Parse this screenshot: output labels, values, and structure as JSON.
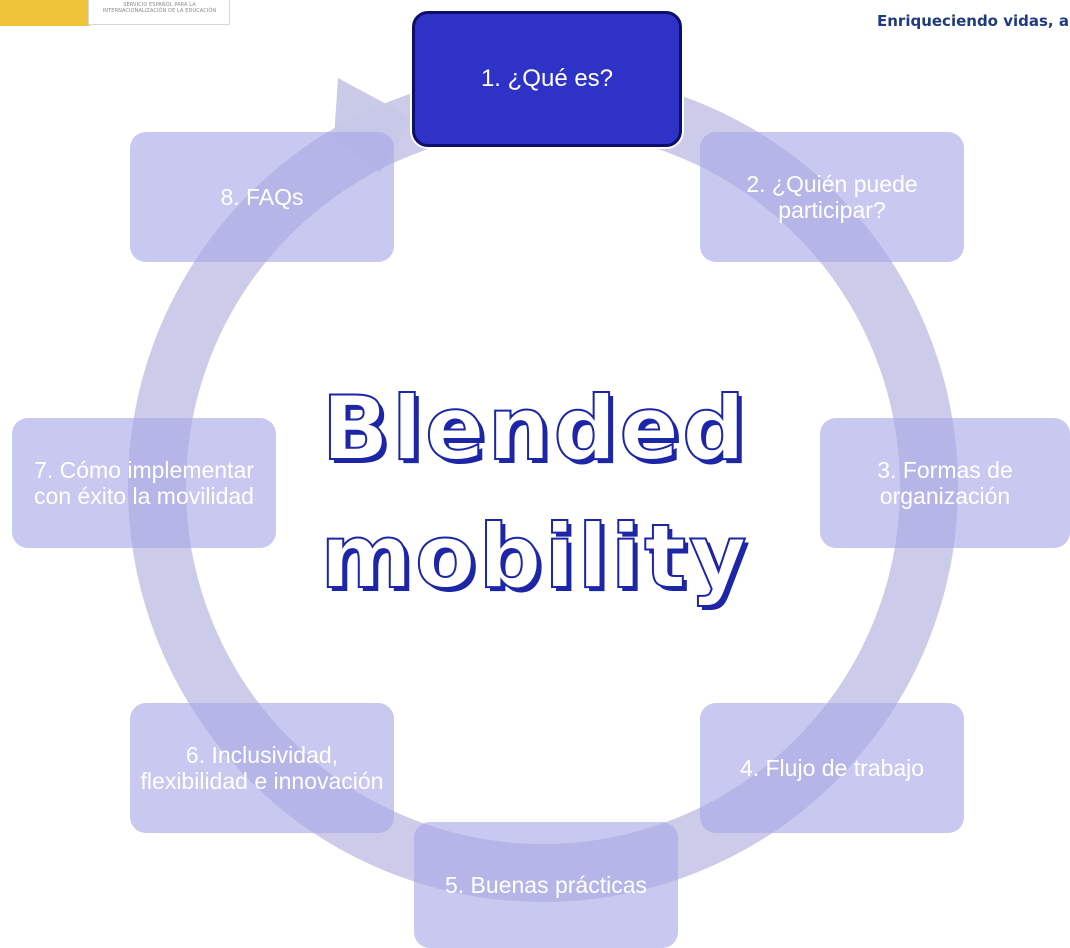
{
  "header": {
    "logo_text": "SERVICIO ESPAÑOL PARA LA INTERNACIONALIZACIÓN DE LA EDUCACIÓN",
    "slogan": "Enriqueciendo vidas, a"
  },
  "center": {
    "line1": "Blended",
    "line2": "mobility"
  },
  "nodes": [
    {
      "label": "1. ¿Qué es?"
    },
    {
      "label": "2. ¿Quién puede participar?"
    },
    {
      "label": "3. Formas de organización"
    },
    {
      "label": "4. Flujo de trabajo"
    },
    {
      "label": "5. Buenas prácticas"
    },
    {
      "label": "6. Inclusividad, flexibilidad e innovación"
    },
    {
      "label": "7. Cómo implementar  con éxito la movilidad"
    },
    {
      "label": "8. FAQs"
    }
  ],
  "colors": {
    "active_fill": "#2e32c6",
    "node_fill": "#a6a6e6",
    "ring": "#c7c7e8",
    "title_stroke": "#1e26a8",
    "slogan": "#203a80",
    "logo_yellow": "#efc33a"
  }
}
